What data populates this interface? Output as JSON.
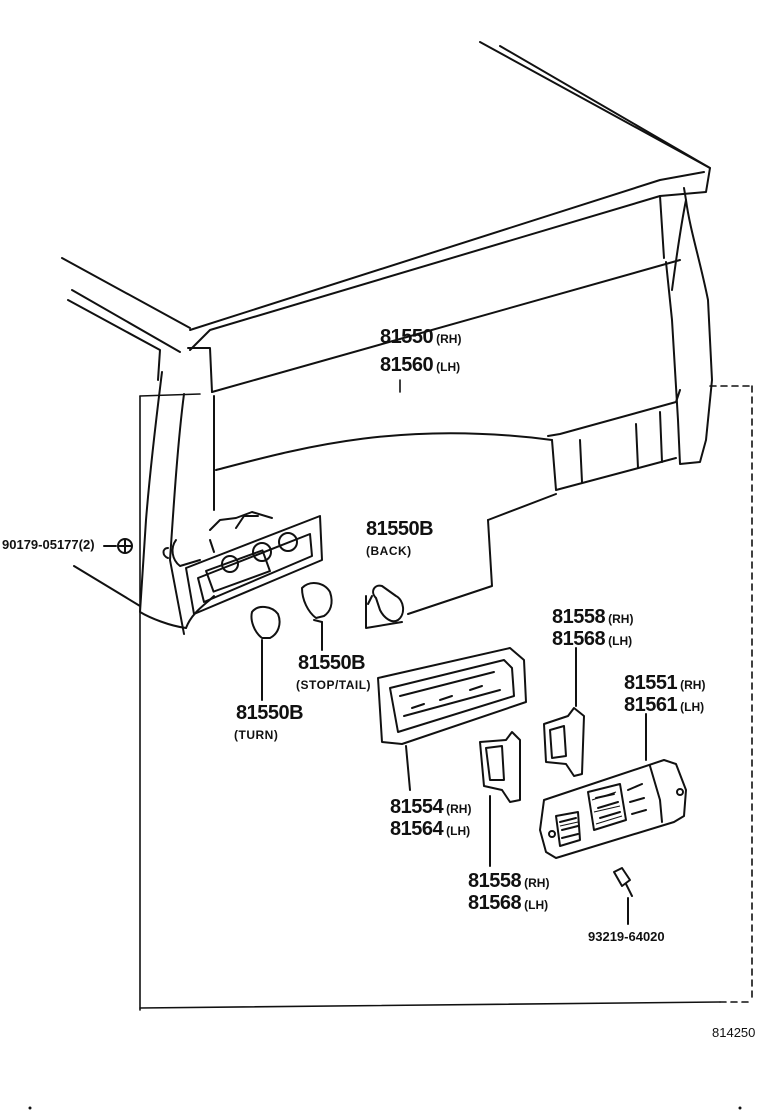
{
  "diagram_id": "814250",
  "labels": {
    "housing_rh": "81550",
    "housing_rh_side": "(RH)",
    "housing_lh": "81560",
    "housing_lh_side": "(LH)",
    "bolt": "90179-05177",
    "bolt_qty": "(2)",
    "bulb_back": "81550B",
    "bulb_back_note": "(BACK)",
    "bulb_stop": "81550B",
    "bulb_stop_note": "(STOP/TAIL)",
    "bulb_turn": "81550B",
    "bulb_turn_note": "(TURN)",
    "gasket_top_rh": "81558",
    "gasket_top_rh_side": "(RH)",
    "gasket_top_lh": "81568",
    "gasket_top_lh_side": "(LH)",
    "lens_rh": "81551",
    "lens_rh_side": "(RH)",
    "lens_lh": "81561",
    "lens_lh_side": "(LH)",
    "frame_rh": "81554",
    "frame_rh_side": "(RH)",
    "frame_lh": "81564",
    "frame_lh_side": "(LH)",
    "gasket_bot_rh": "81558",
    "gasket_bot_rh_side": "(RH)",
    "gasket_bot_lh": "81568",
    "gasket_bot_lh_side": "(LH)",
    "screw": "93219-64020"
  }
}
